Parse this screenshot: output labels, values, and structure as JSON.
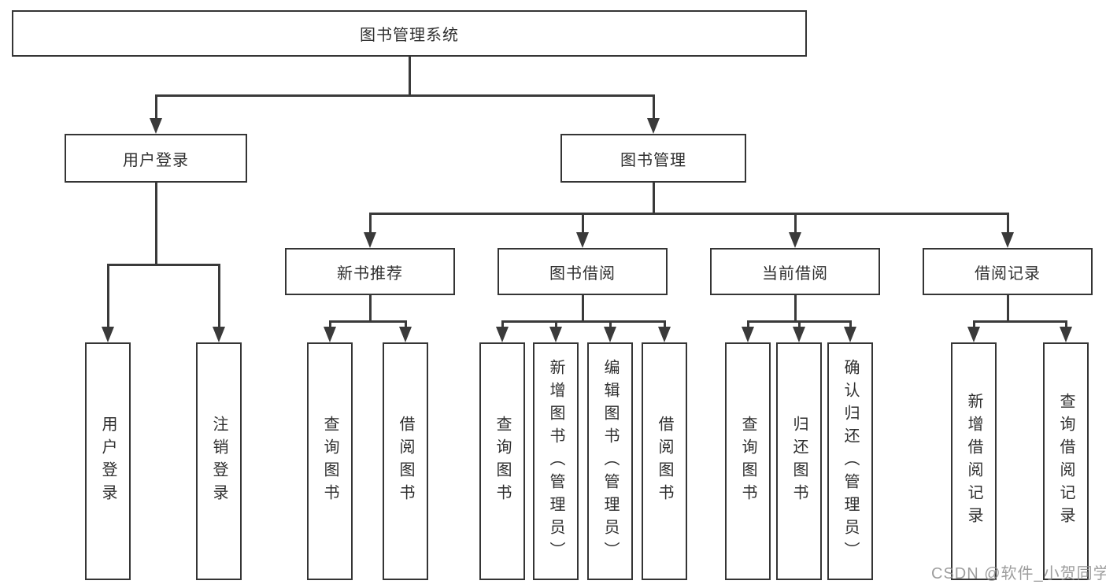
{
  "tree": {
    "root": {
      "label": "图书管理系统"
    },
    "branches": [
      {
        "label": "用户登录",
        "children": [
          {
            "label": "用户登录"
          },
          {
            "label": "注销登录"
          }
        ]
      },
      {
        "label": "图书管理",
        "groups": [
          {
            "label": "新书推荐",
            "children": [
              {
                "label": "查询图书"
              },
              {
                "label": "借阅图书"
              }
            ]
          },
          {
            "label": "图书借阅",
            "children": [
              {
                "label": "查询图书"
              },
              {
                "label": "新增图书（管理员）"
              },
              {
                "label": "编辑图书（管理员）"
              },
              {
                "label": "借阅图书"
              }
            ]
          },
          {
            "label": "当前借阅",
            "children": [
              {
                "label": "查询图书"
              },
              {
                "label": "归还图书"
              },
              {
                "label": "确认归还（管理员）"
              }
            ]
          },
          {
            "label": "借阅记录",
            "children": [
              {
                "label": "新增借阅记录"
              },
              {
                "label": "查询借阅记录"
              }
            ]
          }
        ]
      }
    ]
  },
  "watermark": {
    "text": "CSDN @软件_小贺同学"
  },
  "colors": {
    "line": "#3a3a3a",
    "box_border": "#353535",
    "text": "#2f2f2f",
    "background": "#ffffff",
    "watermark": "#8c8c8c"
  }
}
